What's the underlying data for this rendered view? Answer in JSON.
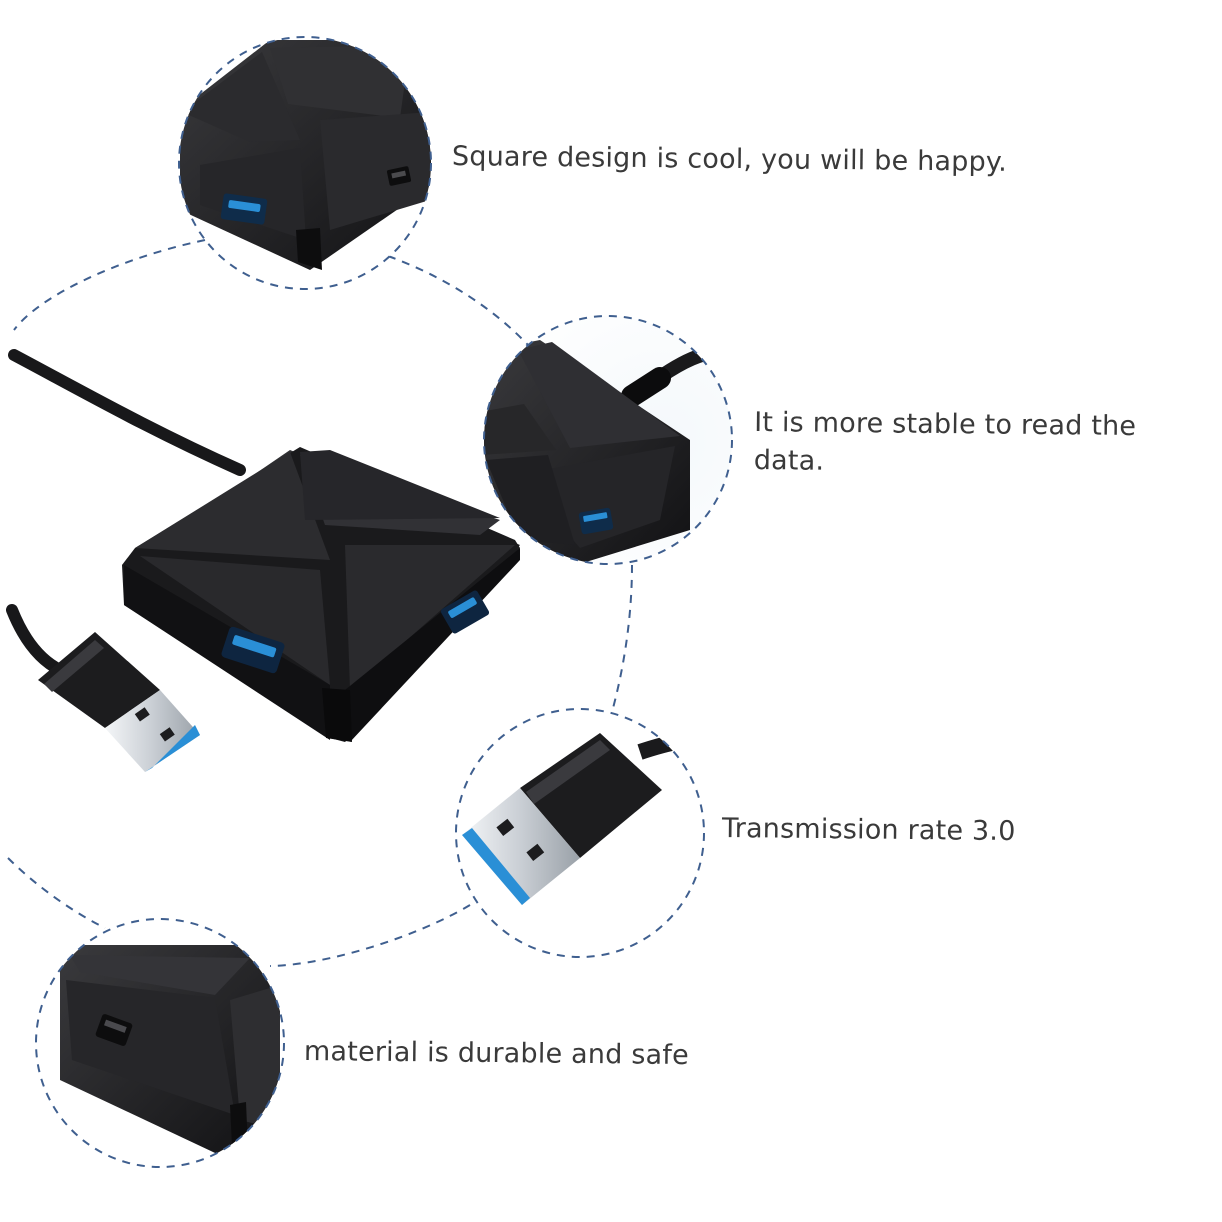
{
  "captions": {
    "square_design": "Square design is cool, you will be happy.",
    "stable_read": "It is more stable to read the data.",
    "transmission": "Transmission rate 3.0",
    "material": "material is durable and safe"
  },
  "colors": {
    "background": "#ffffff",
    "dashed_outline": "#3f5f8f",
    "hub_body": "#1c1c1e",
    "hub_panel": "#2b2b2d",
    "usb_port_blue": "#2a8fd6",
    "usb_metal": "#d9dde2",
    "text": "#3a3a3a"
  },
  "icons": [
    "usb-hub-photo",
    "usb-a-connector",
    "usb-port-icon",
    "cable"
  ]
}
